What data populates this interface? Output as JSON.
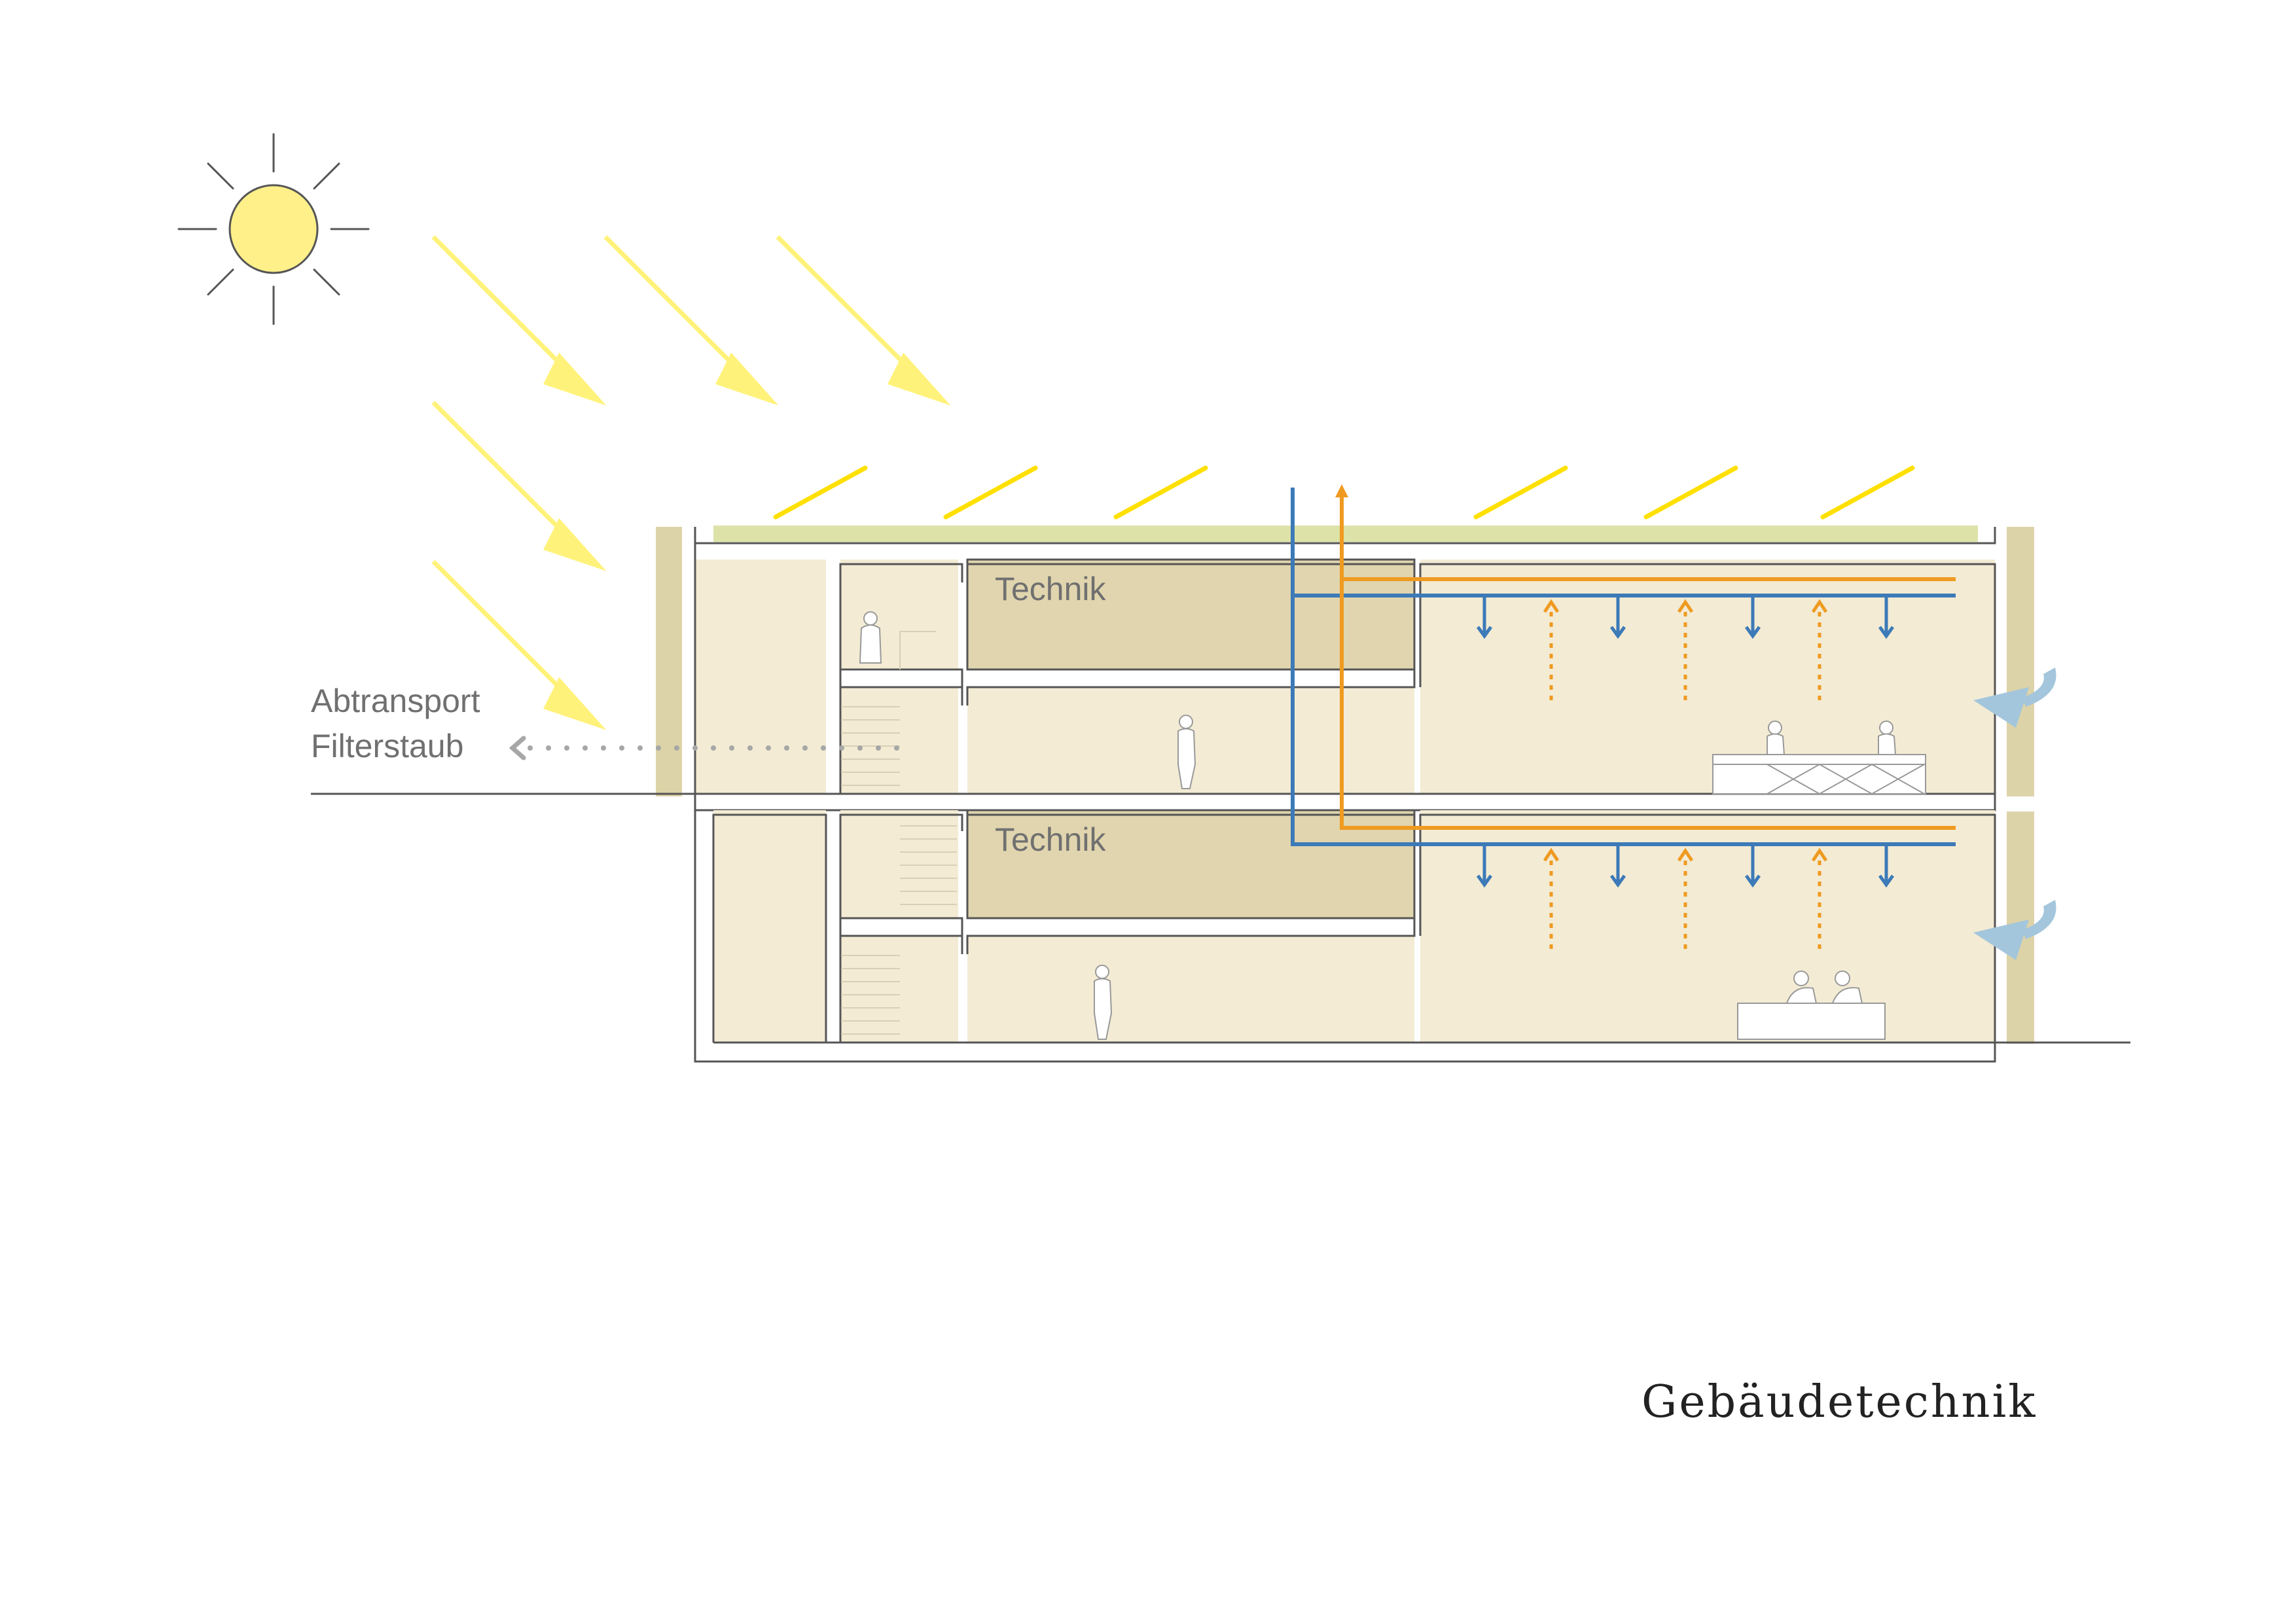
{
  "diagram": {
    "title": "Gebäudetechnik",
    "labels": {
      "technik_upper": "Technik",
      "technik_lower": "Technik",
      "abtransport_line1": "Abtransport",
      "abtransport_line2": "Filterstaub"
    }
  },
  "colors": {
    "sun_fill": "#fff08a",
    "sun_rays": "#fff27a",
    "solar_panel": "#ffe000",
    "green_roof": "#dde2a8",
    "room_fill": "#f3ebd4",
    "technik_fill": "#e0d5ae",
    "facade": "#ddd3a8",
    "structure": "#555555",
    "supply_air": "#3c7ab8",
    "exhaust_air": "#ef9a20",
    "outdoor_air": "#a4c6dc",
    "dust_path": "#a7a7a7"
  },
  "icons": [
    "sun-icon",
    "person-icon",
    "air-inflow-arrow-icon",
    "dust-arrow-icon"
  ]
}
